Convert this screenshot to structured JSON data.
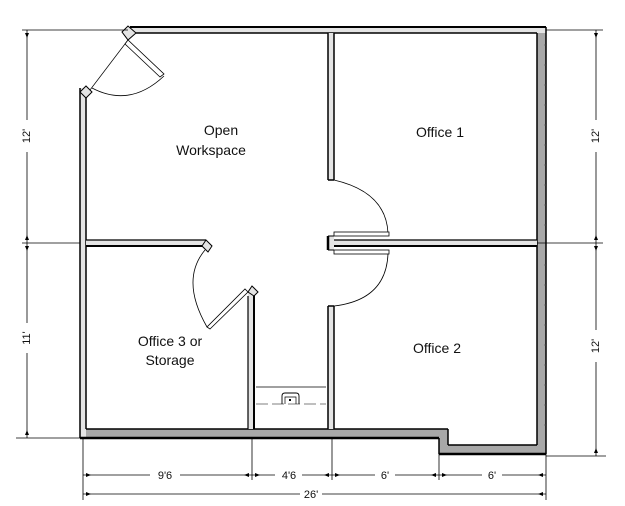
{
  "diagram": {
    "type": "floor-plan",
    "colors": {
      "wall_face": "#e4e4e4",
      "wall_shadow": "#a8a8a8",
      "ink": "#000000",
      "background": "#ffffff"
    },
    "rooms": [
      {
        "id": "open-workspace",
        "label_line1": "Open",
        "label_line2": "Workspace"
      },
      {
        "id": "office-1",
        "label_line1": "Office 1"
      },
      {
        "id": "office-2",
        "label_line1": "Office 2"
      },
      {
        "id": "office-3",
        "label_line1": "Office 3 or",
        "label_line2": "Storage"
      }
    ],
    "dimensions": {
      "left_upper": "12'",
      "left_lower": "11'",
      "right_upper": "12'",
      "right_lower": "12'",
      "bottom_segments": [
        "9'6",
        "4'6",
        "6'",
        "6'"
      ],
      "bottom_total": "26'"
    },
    "doors": [
      {
        "id": "entry-door",
        "location": "top-left corner"
      },
      {
        "id": "office-1-door",
        "location": "Office 1 west wall"
      },
      {
        "id": "office-2-door",
        "location": "Office 2 west wall"
      },
      {
        "id": "office-3-door",
        "location": "Office 3 north-east corner"
      }
    ],
    "fixtures": [
      {
        "id": "closet-fixture",
        "location": "between Office 3 and Office 2"
      }
    ]
  }
}
